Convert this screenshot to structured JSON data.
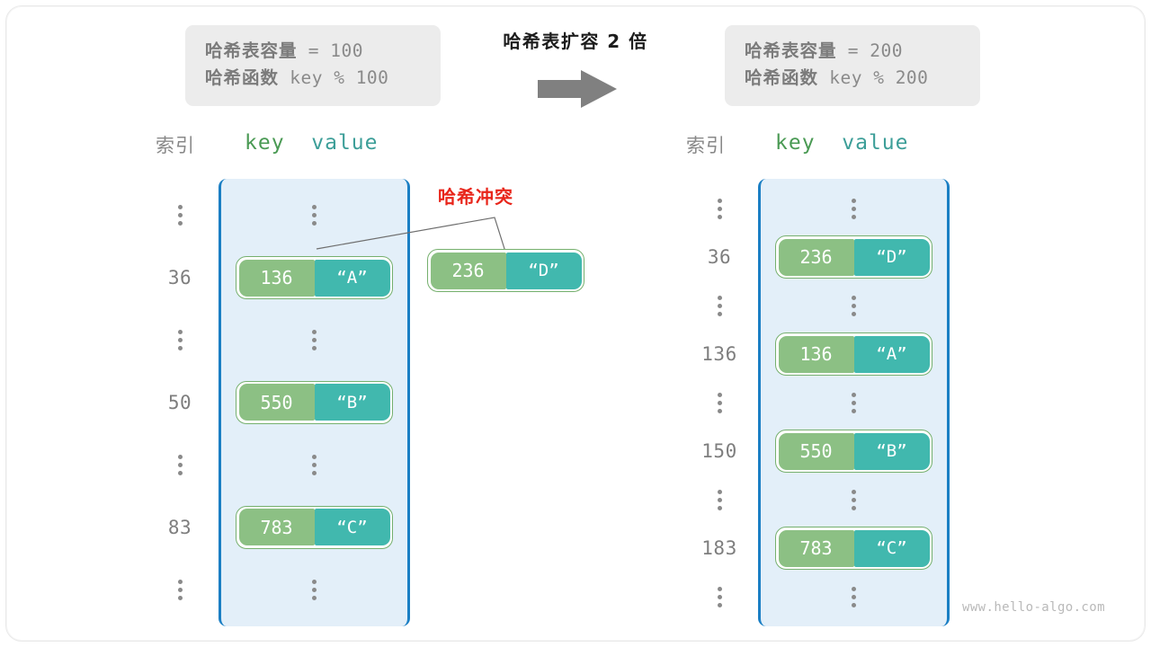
{
  "frame": {
    "watermark": "www.hello-algo.com"
  },
  "center": {
    "title": "哈希表扩容 2 倍",
    "arrow_icon": "arrow-right-icon"
  },
  "left_panel": {
    "info": {
      "capacity_label": "哈希表容量",
      "capacity_expr": " = 100",
      "hashfn_label": "哈希函数",
      "hashfn_expr": " key % 100"
    },
    "headers": {
      "index": "索引",
      "key": "key",
      "value": "value"
    },
    "rows": [
      {
        "index": "⋮",
        "type": "dots"
      },
      {
        "index": "36",
        "type": "entry",
        "key": "136",
        "value": "“A”"
      },
      {
        "index": "⋮",
        "type": "dots"
      },
      {
        "index": "50",
        "type": "entry",
        "key": "550",
        "value": "“B”"
      },
      {
        "index": "⋮",
        "type": "dots"
      },
      {
        "index": "83",
        "type": "entry",
        "key": "783",
        "value": "“C”"
      },
      {
        "index": "⋮",
        "type": "dots"
      }
    ]
  },
  "collision": {
    "label": "哈希冲突",
    "floating_entry": {
      "key": "236",
      "value": "“D”"
    }
  },
  "right_panel": {
    "info": {
      "capacity_label": "哈希表容量",
      "capacity_expr": " = 200",
      "hashfn_label": "哈希函数",
      "hashfn_expr": " key % 200"
    },
    "headers": {
      "index": "索引",
      "key": "key",
      "value": "value"
    },
    "rows": [
      {
        "index": "⋮",
        "type": "dots"
      },
      {
        "index": "36",
        "type": "entry",
        "key": "236",
        "value": "“D”"
      },
      {
        "index": "⋮",
        "type": "dots"
      },
      {
        "index": "136",
        "type": "entry",
        "key": "136",
        "value": "“A”"
      },
      {
        "index": "⋮",
        "type": "dots"
      },
      {
        "index": "150",
        "type": "entry",
        "key": "550",
        "value": "“B”"
      },
      {
        "index": "⋮",
        "type": "dots"
      },
      {
        "index": "183",
        "type": "entry",
        "key": "783",
        "value": "“C”"
      },
      {
        "index": "⋮",
        "type": "dots"
      }
    ]
  },
  "colors": {
    "key_fill": "#8cc084",
    "value_fill": "#41b8ae",
    "pair_border": "#76b06e",
    "array_bg": "#e3eff9",
    "array_border": "#1b7fc4",
    "collision_red": "#e8251a",
    "info_bg": "#ececec",
    "arrow_gray": "#808080",
    "key_text": "#4a9a54",
    "value_text": "#3c9e98"
  }
}
